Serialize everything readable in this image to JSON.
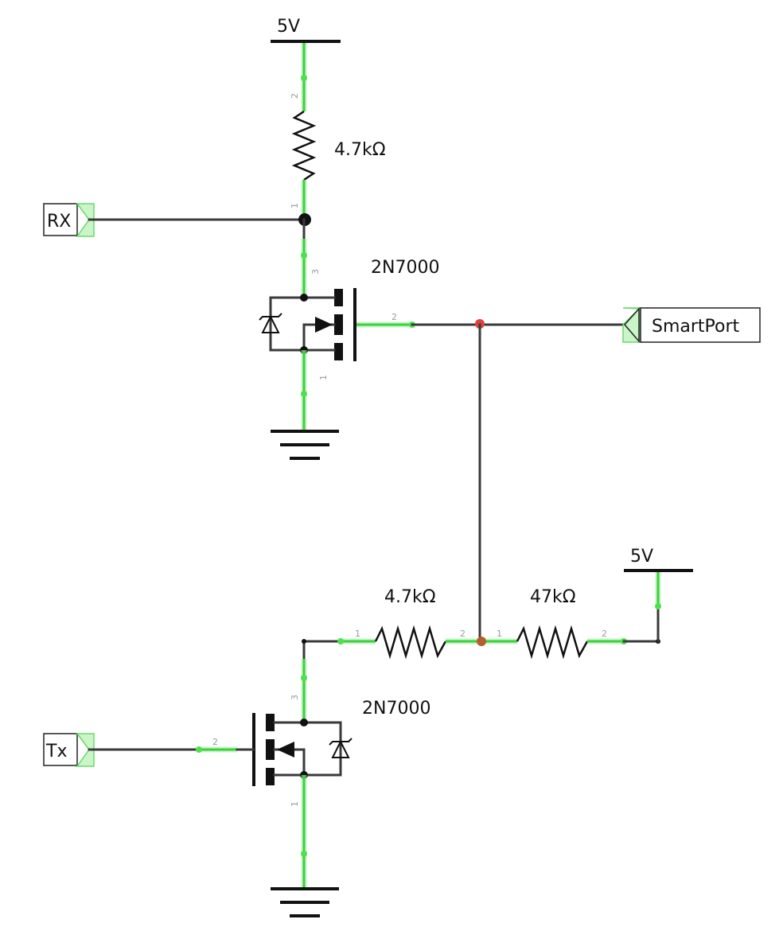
{
  "components": {
    "power_top": "5V",
    "r_top": "4.7kΩ",
    "q_top": "2N7000",
    "r_bottom_left": "4.7kΩ",
    "r_bottom_right": "47kΩ",
    "power_bottom": "5V",
    "q_bottom": "2N7000"
  },
  "ports": {
    "rx": "RX",
    "smartport": "SmartPort",
    "tx": "Tx"
  },
  "pins": {
    "r_top_p2": "2",
    "r_top_p1": "1",
    "q_top_drain": "3",
    "q_top_gate": "2",
    "q_top_source": "1",
    "r_bl_p1": "1",
    "r_bl_p2": "2",
    "r_br_p1": "1",
    "r_br_p2": "2",
    "q_bot_drain": "3",
    "q_bot_gate": "2",
    "q_bot_source": "1"
  },
  "colors": {
    "wire": "#3a3a3a",
    "connected_wire": "#3fcf3f",
    "junction_highlight": "#e04040"
  }
}
